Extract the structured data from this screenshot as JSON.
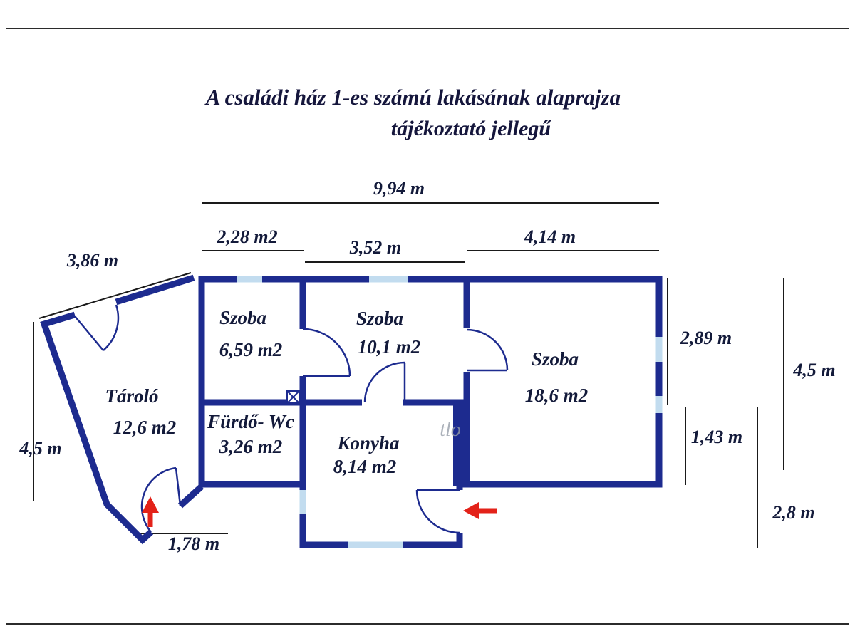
{
  "title": {
    "line1": "A családi ház 1-es számú lakásának alaprajza",
    "line2": "tájékoztató jellegű"
  },
  "dimensions": {
    "top_total": "9,94 m",
    "seg_left": "2,28 m2",
    "seg_mid": "3,52 m",
    "seg_right": "4,14 m",
    "diag_left": "3,86 m",
    "left_height": "4,5 m",
    "right_upper": "2,89 m",
    "right_lower": "1,43 m",
    "far_right_height": "4,5 m",
    "far_right_lower": "2,8 m",
    "bottom_door": "1,78 m"
  },
  "rooms": {
    "szoba_small": {
      "name": "Szoba",
      "area": "6,59 m2"
    },
    "szoba_mid": {
      "name": "Szoba",
      "area": "10,1 m2"
    },
    "szoba_large": {
      "name": "Szoba",
      "area": "18,6 m2"
    },
    "tarolo": {
      "name": "Tároló",
      "area": "12,6 m2"
    },
    "furdo": {
      "name": "Fürdő- Wc",
      "area": "3,26 m2"
    },
    "konyha": {
      "name": "Konyha",
      "area": "8,14 m2"
    }
  },
  "watermark": "tlo",
  "colors": {
    "wall": "#1d2b8f",
    "window": "#c2dcef",
    "text": "#131a3a",
    "dimension_line": "#1a1a1a",
    "arrow": "#e32219"
  }
}
